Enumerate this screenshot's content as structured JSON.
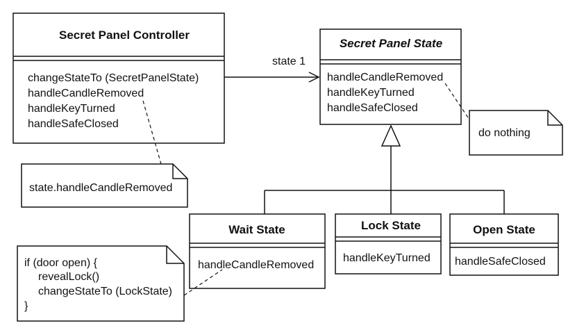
{
  "controller": {
    "title": "Secret Panel Controller",
    "operations": [
      "changeStateTo (SecretPanelState)",
      "handleCandleRemoved",
      "handleKeyTurned",
      "handleSafeClosed"
    ]
  },
  "association": {
    "label": "state 1"
  },
  "state": {
    "title": "Secret Panel State",
    "operations": [
      "handleCandleRemoved",
      "handleKeyTurned",
      "handleSafeClosed"
    ]
  },
  "wait_state": {
    "title": "Wait State",
    "operations": [
      "handleCandleRemoved"
    ]
  },
  "lock_state": {
    "title": "Lock State",
    "operations": [
      "handleKeyTurned"
    ]
  },
  "open_state": {
    "title": "Open State",
    "operations": [
      "handleSafeClosed"
    ]
  },
  "notes": {
    "do_nothing": {
      "lines": [
        "do nothing"
      ]
    },
    "controller_note": {
      "lines": [
        "state.handleCandleRemoved"
      ]
    },
    "wait_note": {
      "lines": [
        "if (door open) {",
        "revealLock()",
        "changeStateTo (LockState)",
        "}"
      ]
    }
  }
}
